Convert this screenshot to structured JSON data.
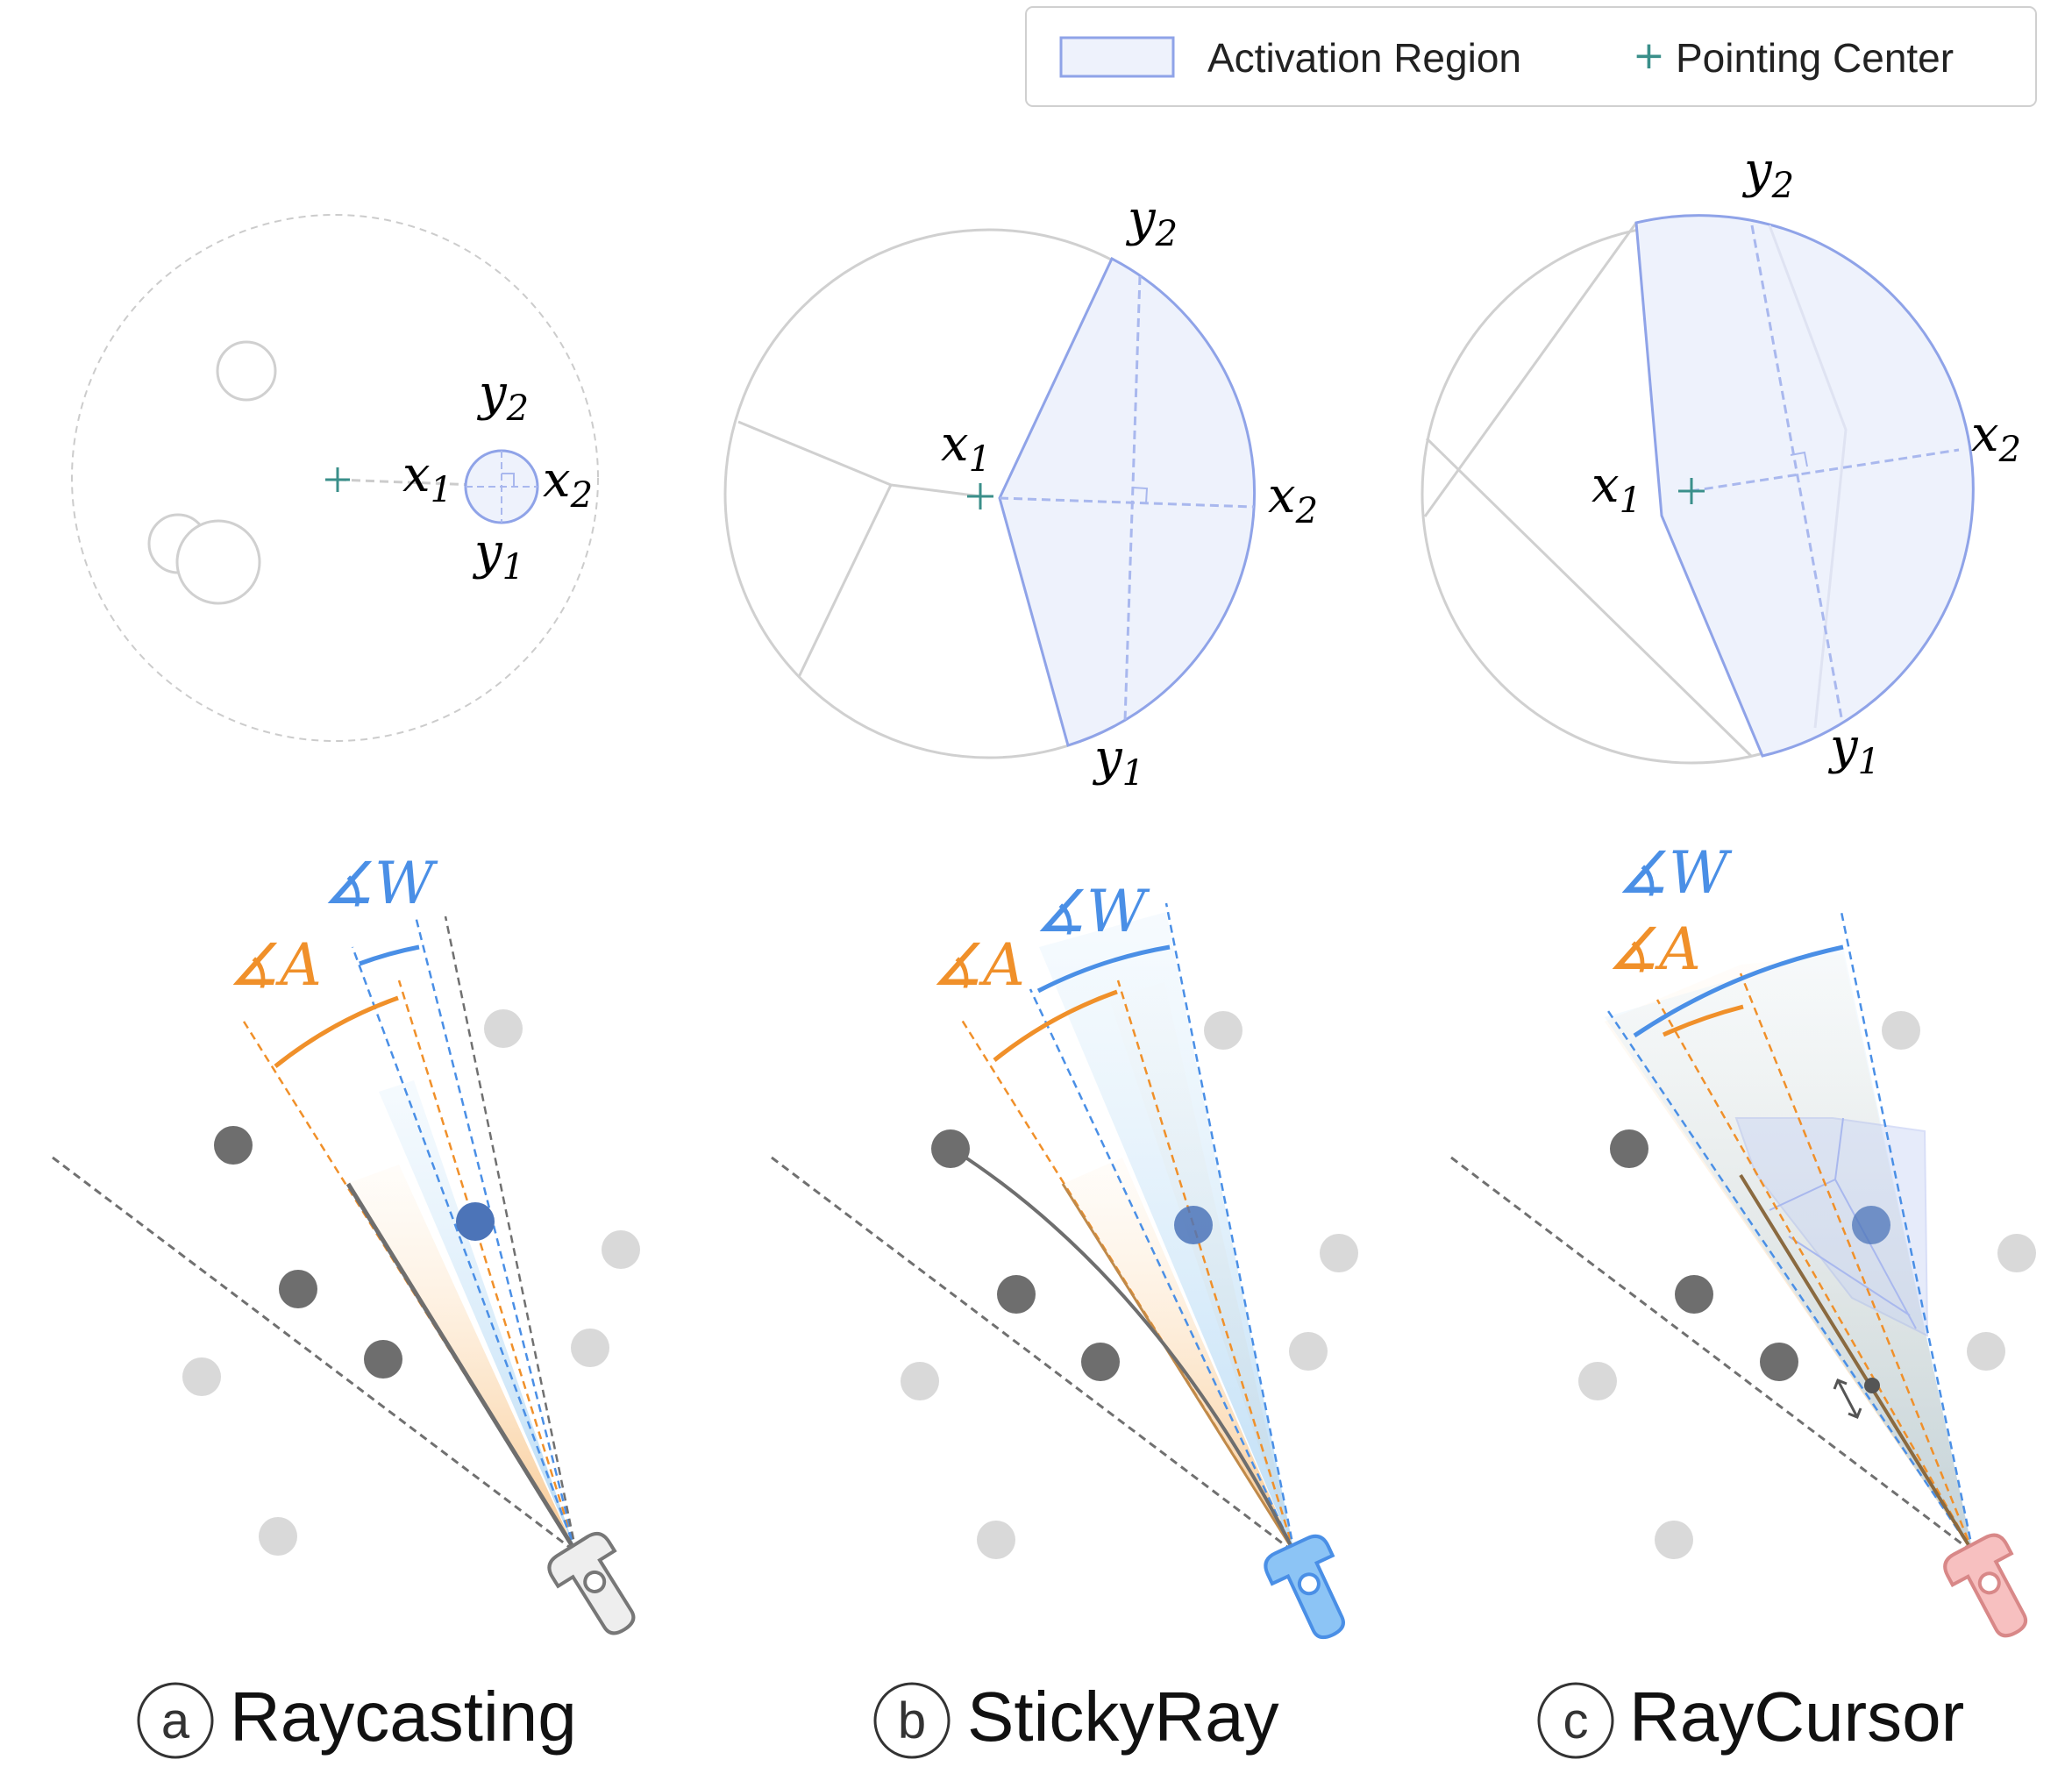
{
  "legend": {
    "activation_region": "Activation Region",
    "pointing_center": "Pointing Center"
  },
  "panels": [
    {
      "letter": "a",
      "title": "Raycasting"
    },
    {
      "letter": "b",
      "title": "StickyRay"
    },
    {
      "letter": "c",
      "title": "RayCursor"
    }
  ],
  "axis_labels": {
    "x": "x",
    "y": "y",
    "sub1": "1",
    "sub2": "2"
  },
  "angle_labels": {
    "width": "∡W",
    "amplitude": "∡A"
  },
  "colors": {
    "region_fill": "#eef2fc",
    "region_stroke": "#8fa3e8",
    "pointing_center": "#3a8f8a",
    "width_angle": "#4a8fe6",
    "amplitude_angle": "#f0902a",
    "target_dark": "#6e6e6e",
    "target_light": "#d9d9d9",
    "selected_target": "#4c74b8",
    "controller_raycasting": "#eeeeee",
    "controller_stickyray": "#8cc4f5",
    "controller_raycursor": "#f7c0c0"
  }
}
